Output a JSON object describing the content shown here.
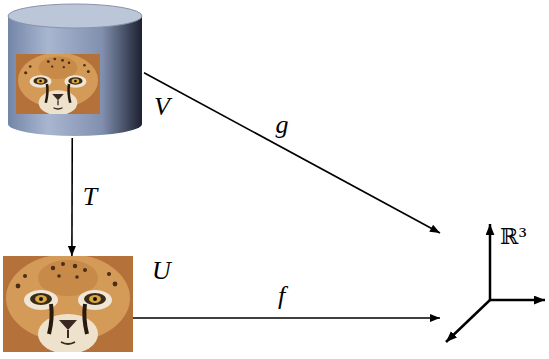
{
  "diagram": {
    "nodes": [
      {
        "text": [
          "V"
        ]
      },
      {
        "text": [
          "U"
        ]
      },
      {
        "text": [
          "ℝ³"
        ]
      }
    ],
    "edges": [
      {
        "from": 0,
        "to": 1,
        "label": "T",
        "arrow": "to"
      },
      {
        "from": 0,
        "to": 2,
        "label": "g",
        "arrow": "to"
      },
      {
        "from": 1,
        "to": 2,
        "label": "f",
        "arrow": "to"
      }
    ]
  }
}
